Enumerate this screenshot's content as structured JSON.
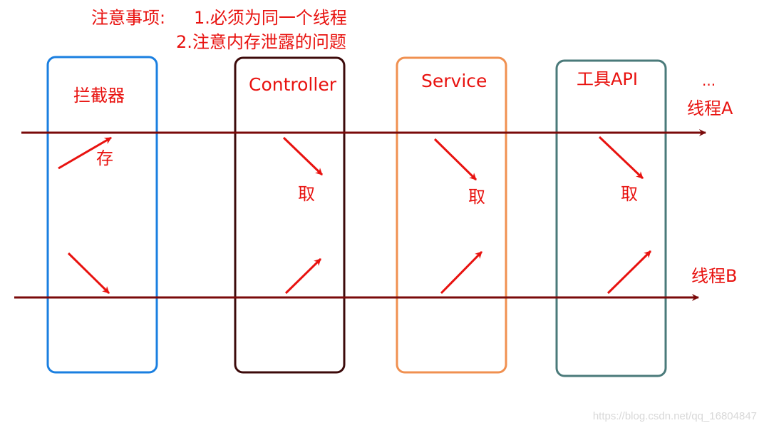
{
  "notes": {
    "heading": "注意事项:",
    "item_1": "1.必须为同一个线程",
    "item_2": "2.注意内存泄露的问题"
  },
  "layers": {
    "interceptor": "拦截器",
    "controller": "Controller",
    "service": "Service",
    "tool_api": "工具API",
    "more": "..."
  },
  "threads": {
    "a": "线程A",
    "b": "线程B"
  },
  "actions": {
    "store": "存",
    "take_controller": "取",
    "take_service": "取",
    "take_tool": "取"
  },
  "watermark": "https://blog.csdn.net/qq_16804847",
  "colors": {
    "text_red": "#e8120f",
    "thread_line": "#7a0a0a",
    "arrow_red": "#e8120f",
    "interceptor_box": "#1a7fe0",
    "controller_box": "#3c0a0a",
    "service_box": "#f09050",
    "tool_box": "#4a7a7a"
  }
}
